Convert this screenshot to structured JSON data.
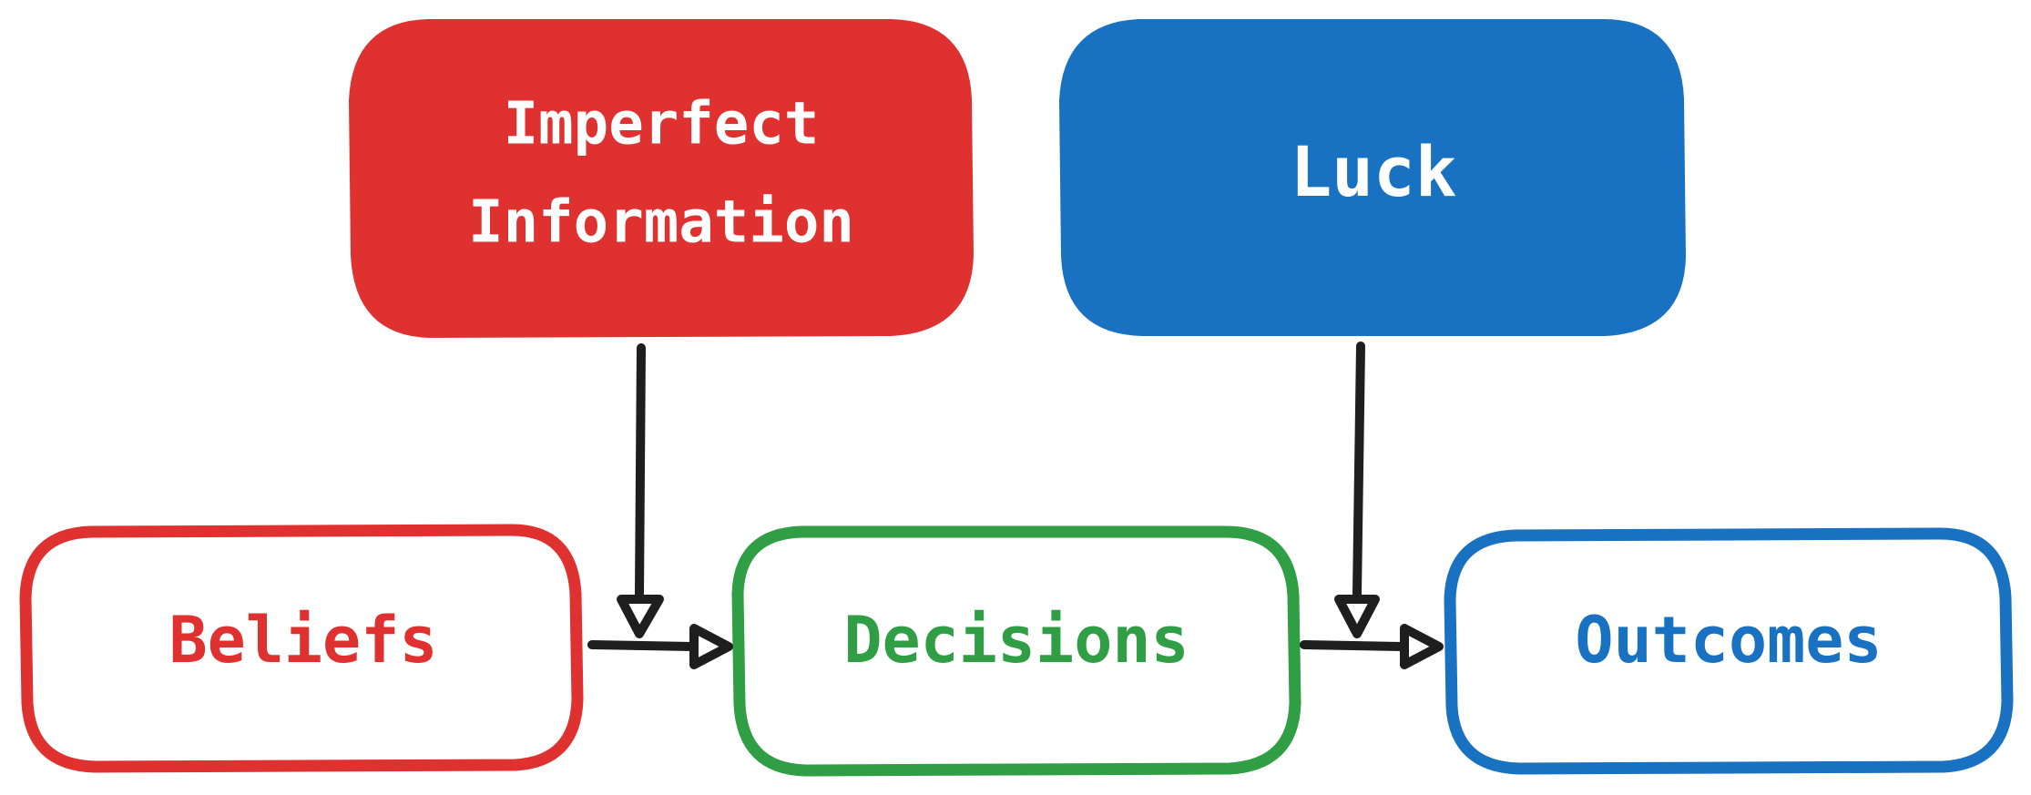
{
  "colors": {
    "red": "#e03131",
    "blue": "#1971c2",
    "green": "#2f9e44",
    "arrow": "#1e1e1e",
    "white": "#ffffff"
  },
  "nodes": {
    "imperfect_information": {
      "line1": "Imperfect",
      "line2": "Information"
    },
    "luck": {
      "label": "Luck"
    },
    "beliefs": {
      "label": "Beliefs"
    },
    "decisions": {
      "label": "Decisions"
    },
    "outcomes": {
      "label": "Outcomes"
    }
  }
}
